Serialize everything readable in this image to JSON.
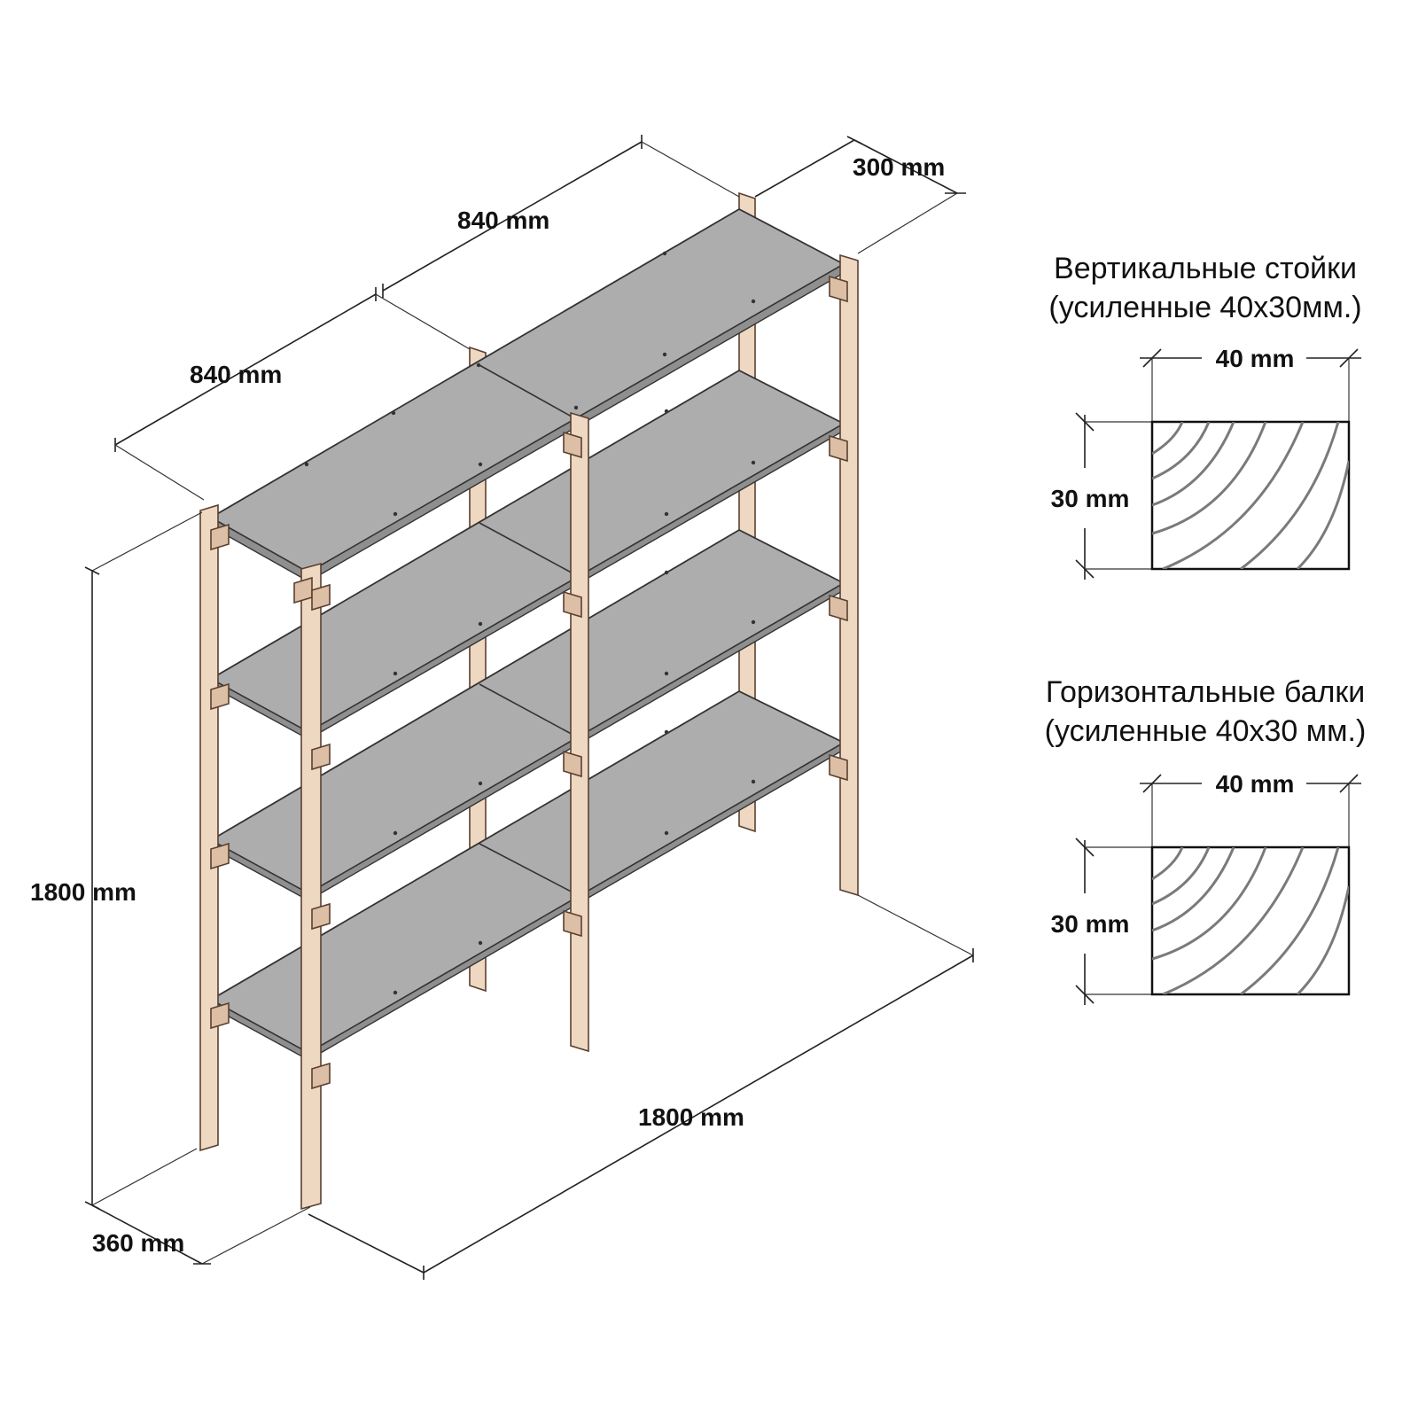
{
  "dimensions": {
    "height": "1800 mm",
    "width_total": "1800 mm",
    "depth_bottom": "360 mm",
    "depth_top": "300 mm",
    "section_left": "840 mm",
    "section_right": "840 mm"
  },
  "vertical_posts": {
    "title_line1": "Вертикальные стойки",
    "title_line2": "(усиленные 40х30мм.)",
    "width_label": "40 mm",
    "height_label": "30 mm"
  },
  "horizontal_beams": {
    "title_line1": "Горизонтальные балки",
    "title_line2": "(усиленные 40х30 мм.)",
    "width_label": "40 mm",
    "height_label": "30 mm"
  },
  "colors": {
    "wood": "#efd8c2",
    "shelf": "#adadad"
  }
}
